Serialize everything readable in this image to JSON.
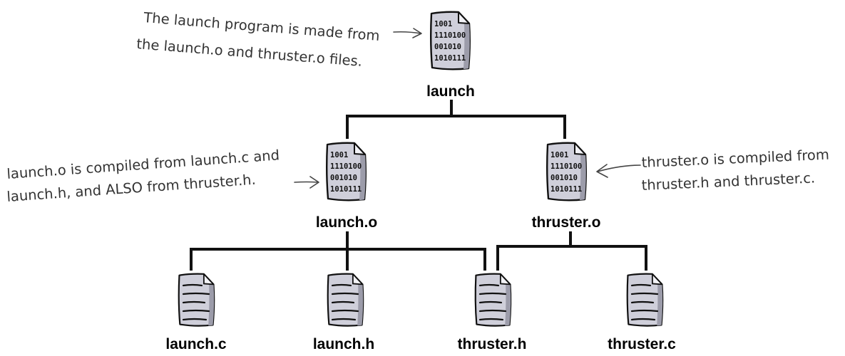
{
  "nodes": {
    "launch": {
      "label": "launch",
      "kind": "binary",
      "bits": [
        "1001",
        "1110100",
        "001010",
        "1010111"
      ]
    },
    "launch_o": {
      "label": "launch.o",
      "kind": "binary",
      "bits": [
        "1001",
        "1110100",
        "001010",
        "1010111"
      ]
    },
    "thruster_o": {
      "label": "thruster.o",
      "kind": "binary",
      "bits": [
        "1001",
        "1110100",
        "001010",
        "1010111"
      ]
    },
    "launch_c": {
      "label": "launch.c",
      "kind": "source"
    },
    "launch_h": {
      "label": "launch.h",
      "kind": "source"
    },
    "thruster_h": {
      "label": "thruster.h",
      "kind": "source"
    },
    "thruster_c": {
      "label": "thruster.c",
      "kind": "source"
    }
  },
  "annotations": {
    "launch_note": [
      "The launch program is made from",
      "the launch.o and thruster.o files."
    ],
    "launch_o_note": [
      "launch.o is compiled from launch.c and",
      "launch.h, and ALSO from thruster.h."
    ],
    "thruster_o_note": [
      "thruster.o is compiled from",
      "thruster.h and thruster.c."
    ]
  },
  "colors": {
    "document_fill": "#cfcfda",
    "document_shade": "#9c9caa",
    "connector": "#111111"
  },
  "icons": {
    "binary": "binary-file-icon",
    "source": "source-file-icon"
  }
}
